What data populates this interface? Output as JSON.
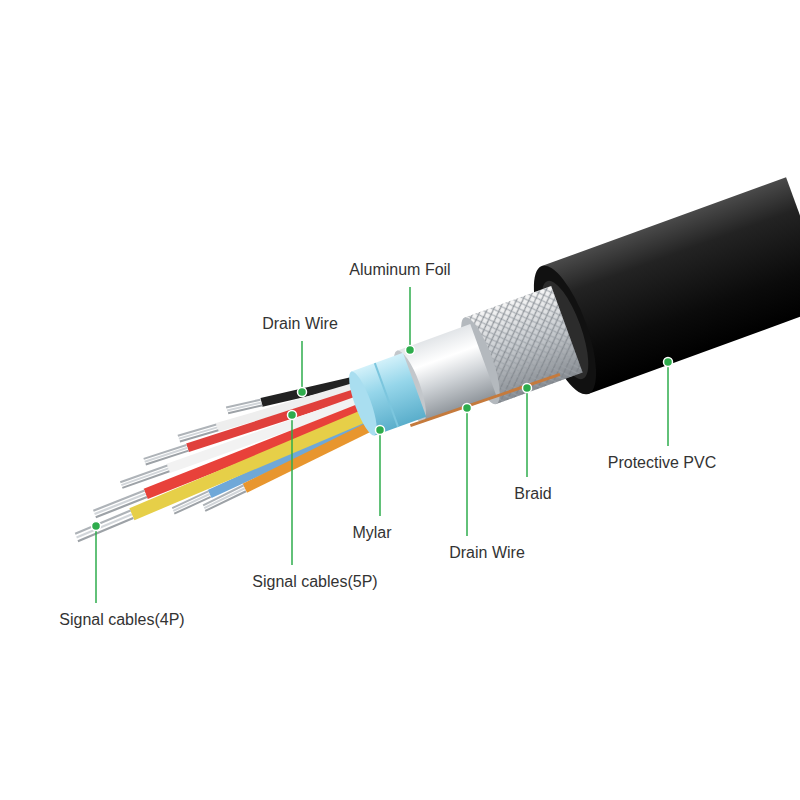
{
  "diagram": {
    "labels": [
      "Aluminum Foil",
      "Drain Wire",
      "Protective PVC",
      "Braid",
      "Mylar",
      "Drain Wire",
      "Signal cables(5P)",
      "Signal cables(4P)"
    ]
  }
}
